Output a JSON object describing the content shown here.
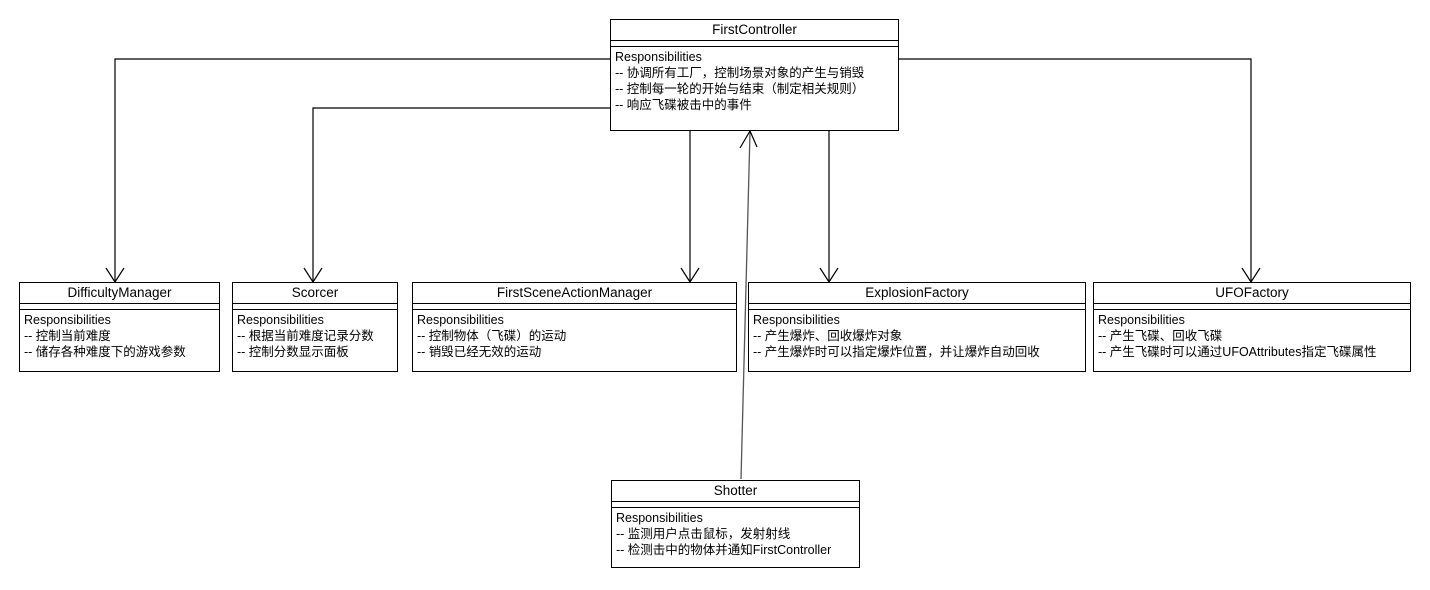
{
  "diagram": {
    "type": "crc-class-responsibility-diagram",
    "background_color": "#ffffff",
    "line_color": "#000000",
    "responsibilities_label": "Responsibilities",
    "bullet_prefix": "--"
  },
  "classes": [
    {
      "id": "first-controller",
      "name": "FirstController",
      "responsibilities_label": "Responsibilities",
      "responsibilities": [
        "-- 协调所有工厂，控制场景对象的产生与销毁",
        "-- 控制每一轮的开始与结束（制定相关规则）",
        "-- 响应飞碟被击中的事件"
      ]
    },
    {
      "id": "difficulty-manager",
      "name": "DifficultyManager",
      "responsibilities_label": "Responsibilities",
      "responsibilities": [
        "-- 控制当前难度",
        "-- 储存各种难度下的游戏参数"
      ]
    },
    {
      "id": "scorcer",
      "name": "Scorcer",
      "responsibilities_label": "Responsibilities",
      "responsibilities": [
        "-- 根据当前难度记录分数",
        "-- 控制分数显示面板"
      ]
    },
    {
      "id": "first-scene-action-manager",
      "name": "FirstSceneActionManager",
      "responsibilities_label": "Responsibilities",
      "responsibilities": [
        "-- 控制物体（飞碟）的运动",
        "-- 销毁已经无效的运动"
      ]
    },
    {
      "id": "explosion-factory",
      "name": "ExplosionFactory",
      "responsibilities_label": "Responsibilities",
      "responsibilities": [
        "-- 产生爆炸、回收爆炸对象",
        "-- 产生爆炸时可以指定爆炸位置，并让爆炸自动回收"
      ]
    },
    {
      "id": "ufo-factory",
      "name": "UFOFactory",
      "responsibilities_label": "Responsibilities",
      "responsibilities": [
        "-- 产生飞碟、回收飞碟",
        "-- 产生飞碟时可以通过UFOAttributes指定飞碟属性"
      ]
    },
    {
      "id": "shotter",
      "name": "Shotter",
      "responsibilities_label": "Responsibilities",
      "responsibilities": [
        "-- 监测用户点击鼠标，发射射线",
        "-- 检测击中的物体并通知FirstController"
      ]
    }
  ],
  "connections": [
    {
      "id": "fc-to-difficulty-manager",
      "from": "first-controller",
      "to": "difficulty-manager",
      "arrow": "open-arrow",
      "direction": "down"
    },
    {
      "id": "fc-to-scorcer",
      "from": "first-controller",
      "to": "scorcer",
      "arrow": "open-arrow",
      "direction": "down"
    },
    {
      "id": "fc-to-first-scene-action-manager",
      "from": "first-controller",
      "to": "first-scene-action-manager",
      "arrow": "open-arrow",
      "direction": "down"
    },
    {
      "id": "fc-to-explosion-factory",
      "from": "first-controller",
      "to": "explosion-factory",
      "arrow": "open-arrow",
      "direction": "down"
    },
    {
      "id": "fc-to-ufo-factory",
      "from": "first-controller",
      "to": "ufo-factory",
      "arrow": "open-arrow",
      "direction": "down"
    },
    {
      "id": "shotter-to-fc",
      "from": "shotter",
      "to": "first-controller",
      "arrow": "open-arrow",
      "direction": "up"
    }
  ]
}
